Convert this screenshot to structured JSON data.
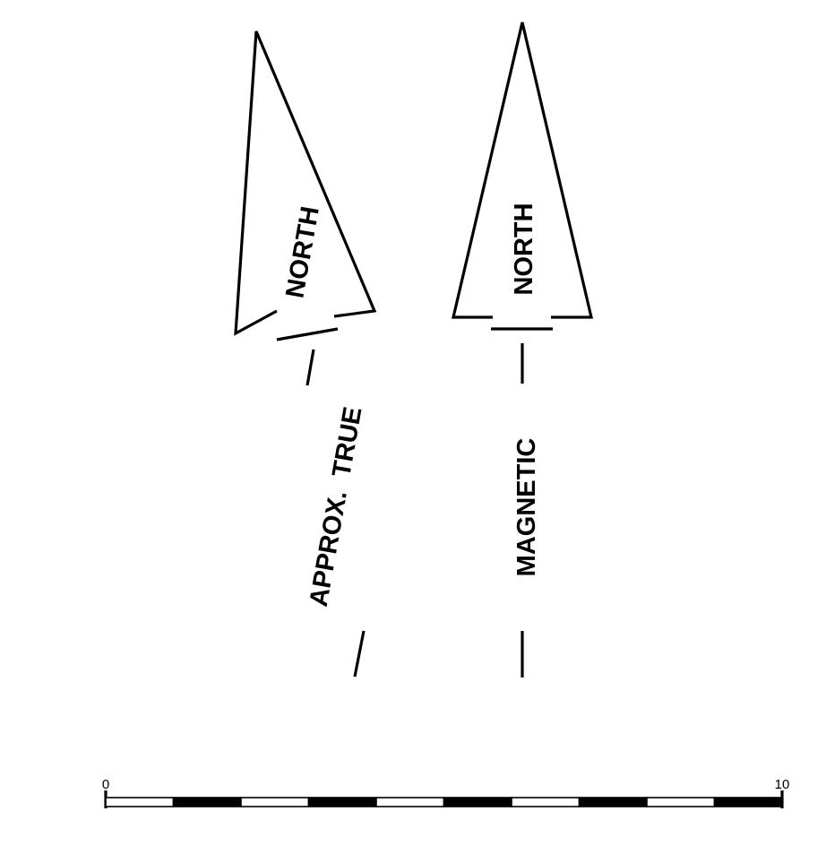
{
  "arrows": {
    "true_north": {
      "head_label": "NORTH",
      "shaft_label": "APPROX.  TRUE"
    },
    "magnetic_north": {
      "head_label": "NORTH",
      "shaft_label": "MAGNETIC"
    }
  },
  "scale_bar": {
    "start_label": "0",
    "end_label": "10",
    "segments": 10,
    "colors": {
      "line": "#000000",
      "fill_dark": "#000000",
      "fill_light": "#ffffff"
    }
  }
}
